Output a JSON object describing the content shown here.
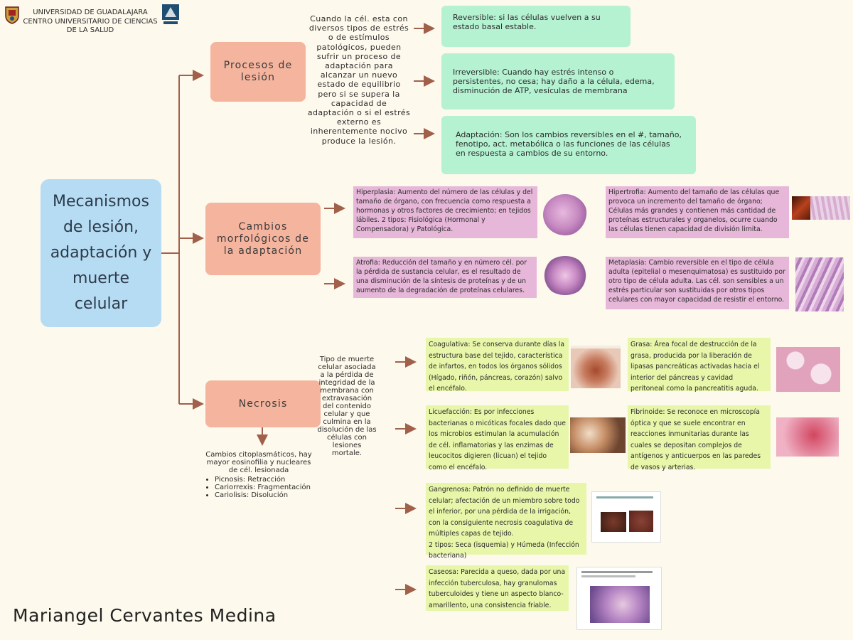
{
  "header": {
    "line1": "UNIVERSIDAD DE GUADALAJARA",
    "line2": "CENTRO UNIVERSITARIO DE CIENCIAS",
    "line3": "DE LA SALUD",
    "logo_left_icon": "university-shield-logo",
    "logo_right_icon": "cucs-logo"
  },
  "main_title": "Mecanismos de lesión, adaptación y muerte celular",
  "categories": {
    "procesos": "Procesos de lesión",
    "cambios": "Cambios morfológicos de la adaptación",
    "necrosis": "Necrosis"
  },
  "procesos_description": "Cuando la cél. esta con diversos tipos de estrés o de estímulos patológicos, pueden sufrir un proceso de adaptación para alcanzar un nuevo estado de equilibrio pero si se supera la capacidad de adaptación o si el estrés externo es inherentemente nocivo produce la lesión.",
  "procesos_items": [
    "Reversible: si las células vuelven a su estado basal estable.",
    "Irreversible: Cuando hay estrés intenso o persistentes, no cesa; hay daño a la célula, edema, disminución de ATP, vesículas de membrana",
    "Adaptación: Son los cambios reversibles en el #, tamaño, fenotipo, act. metabólica o las funciones de las células en respuesta a cambios de su entorno."
  ],
  "adaptacion_items": {
    "hiperplasia": "Hiperplasia: Aumento del número de las células y del tamaño de órgano, con frecuencia como respuesta a hormonas y otros factores de crecimiento; en tejidos lábiles. 2 tipos: Fisiológica (Hormonal y Compensadora) y Patológica.",
    "hipertrofia": "Hipertrofia: Aumento del tamaño de las células que provoca un incremento del tamaño de órgano; Células más grandes y contienen más cantidad de proteínas estructurales y organelos, ocurre cuando las células tienen capacidad de división limita.",
    "atrofia": "Atrofia: Reducción del tamaño y en número cél. por la pérdida de sustancia celular, es el resultado de una disminución de la síntesis de proteínas y de un aumento de la degradación de proteínas celulares.",
    "metaplasia": "Metaplasia: Cambio reversible en el tipo de célula adulta (epitelial o mesenquimatosa) es sustituido por otro tipo de célula adulta. Las cél. son sensibles a un estrés particular son sustituidas por otros tipos celulares con mayor capacidad de resistir el entorno."
  },
  "necrosis_description": "Tipo de muerte celular asociada a la pérdida de integridad de la membrana con extravasación del contenido celular y que culmina en la disolución de las células con lesiones mortale.",
  "necrosis_changes": {
    "intro": "Cambios citoplasmáticos, hay mayor eosinofilia y nucleares de cél. lesionada",
    "bullets": [
      "Picnosis: Retracción",
      "Cariorrexis: Fragmentación",
      "Cariolisis: Disolución"
    ]
  },
  "necrosis_types": {
    "coagulativa": "Coagulativa: Se conserva durante días la estructura base del tejido, característica de infartos, en todos los órganos sólidos (Hígado, riñón, páncreas, corazón) salvo el encéfalo.",
    "grasa": "Grasa: Área focal de destrucción de la grasa, producida por la liberación de lipasas pancreáticas activadas hacia el interior del páncreas y cavidad peritoneal como la pancreatitis aguda.",
    "licuefaccion": "Licuefacción: Es por infecciones bacterianas o micóticas focales dado que los microbios estimulan la acumulación de cél. inflamatorias y las enzimas de leucocitos digieren (licuan) el tejido como el encéfalo.",
    "fibrinoide": "Fibrinoide: Se reconoce en microscopía óptica y que se suele encontrar en reacciones inmunitarias durante las cuales se depositan complejos de antígenos y anticuerpos en las paredes de vasos y arterias.",
    "gangrenosa": "Gangrenosa: Patrón no definido de muerte celular; afectación de un miembro sobre todo el inferior, por una pérdida de la irrigación, con la consiguiente necrosis coagulativa de múltiples capas de tejido.",
    "gangrenosa_tipos": "2 tipos: Seca (isquemia) y Húmeda (Infección bacteriana)",
    "caseosa": "Caseosa: Parecida a queso, dada por una infección tuberculosa, hay granulomas tuberculoides y tiene un aspecto blanco-amarillento, una consistencia friable."
  },
  "author": "Mariangel Cervantes Medina",
  "colors": {
    "background": "#fdf9ec",
    "main_box": "#b5dcf3",
    "category_box": "#f5b49e",
    "green_box": "#b5f2d2",
    "pink_box": "#e6b7d8",
    "lime_box": "#e8f6aa",
    "connector": "#a0604a"
  }
}
